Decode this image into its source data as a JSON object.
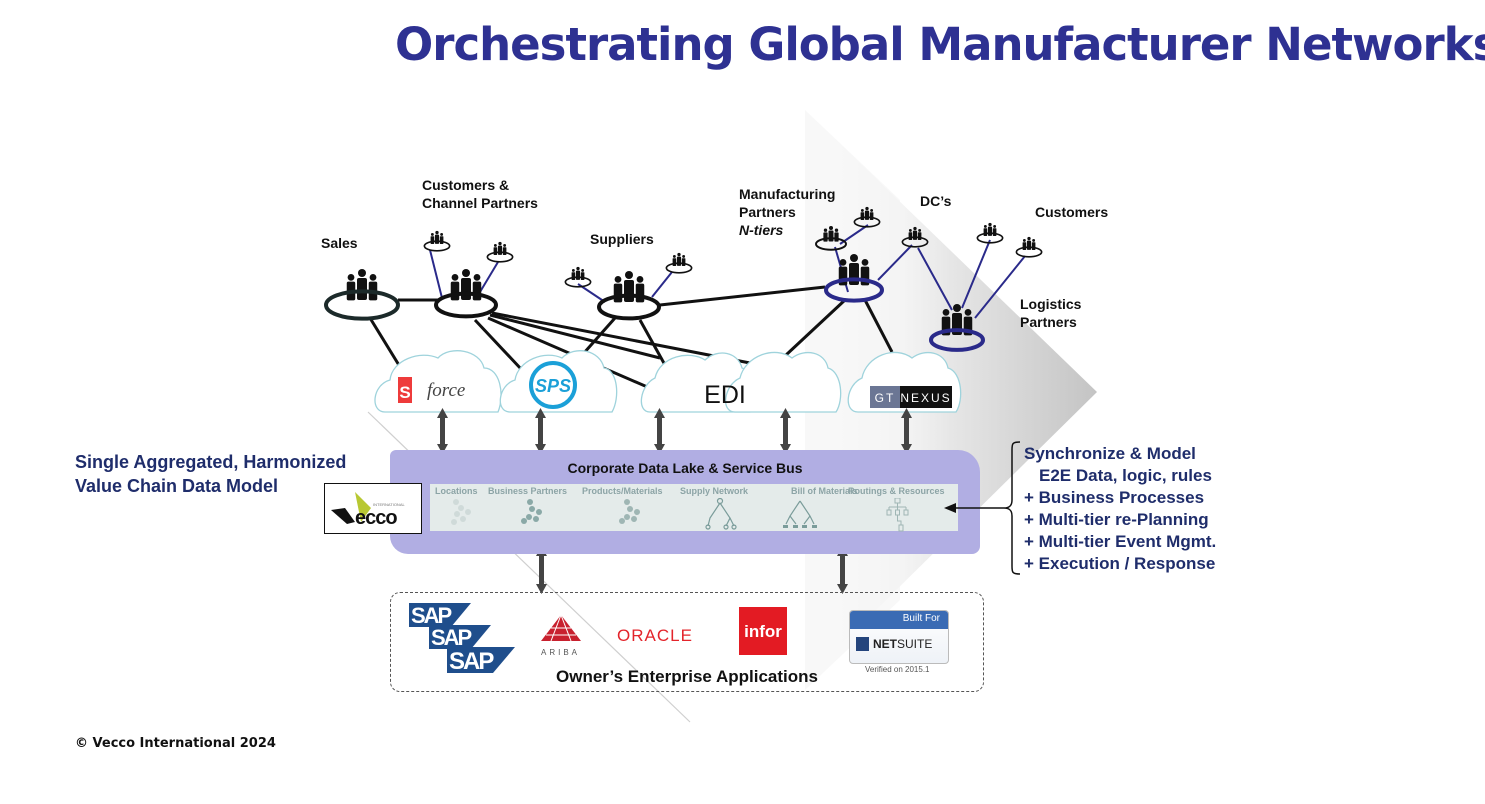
{
  "title": "Orchestrating Global Manufacturer Networks",
  "network": {
    "nodes": [
      {
        "id": "sales",
        "label": "Sales"
      },
      {
        "id": "customers-channel",
        "label_line1": "Customers &",
        "label_line2": "Channel Partners"
      },
      {
        "id": "suppliers",
        "label": "Suppliers"
      },
      {
        "id": "manufacturing",
        "label_line1": "Manufacturing",
        "label_line2": "Partners",
        "label_line3": "N-tiers"
      },
      {
        "id": "dcs",
        "label": "DC’s"
      },
      {
        "id": "customers",
        "label": "Customers"
      },
      {
        "id": "logistics",
        "label_line1": "Logistics",
        "label_line2": "Partners"
      }
    ]
  },
  "clouds": {
    "salesforce": "force",
    "salesforce_initial": "S",
    "sps": "SPS",
    "edi": "EDI",
    "gtnexus_gt": "GT",
    "gtnexus_nexus": "NEXUS"
  },
  "datalake": {
    "title": "Corporate Data Lake & Service Bus",
    "items": [
      {
        "label": "Locations",
        "icon": "dots-icon"
      },
      {
        "label": "Business Partners",
        "icon": "dots-icon"
      },
      {
        "label": "Products/Materials",
        "icon": "dots-icon"
      },
      {
        "label": "Supply Network",
        "icon": "tree-icon"
      },
      {
        "label": "Bill of Materials",
        "icon": "tree-icon"
      },
      {
        "label": "Routings & Resources",
        "icon": "flowchart-icon"
      }
    ]
  },
  "left_heading": {
    "line1": "Single Aggregated, Harmonized",
    "line2": "Value Chain Data Model"
  },
  "vecco_logo": {
    "text": "ecco",
    "sub": "INTERNATIONAL"
  },
  "right_list": {
    "heading": "Synchronize & Model",
    "items": [
      "E2E Data, logic, rules",
      "+ Business Processes",
      "+ Multi-tier re-Planning",
      "+ Multi-tier Event Mgmt.",
      "+ Execution / Response"
    ]
  },
  "apps": {
    "label": "Owner’s Enterprise Applications",
    "sap": "SAP",
    "ariba": "ARIBA",
    "oracle": "ORACLE",
    "infor": "infor",
    "netsuite_built_for": "Built For",
    "netsuite_name_bold": "NET",
    "netsuite_name_rest": "SUITE",
    "netsuite_verified": "Verified on 2015.1"
  },
  "copyright": "© Vecco International 2024",
  "colors": {
    "title": "#2e3192",
    "heading_navy": "#1f2d6b",
    "datalake": "#b1aee3",
    "link_blue": "#2a2a8a",
    "oracle_red": "#e3242b",
    "infor_red": "#e31b23",
    "sap_blue": "#1f4e8c",
    "sps_blue": "#1ba0d8"
  }
}
